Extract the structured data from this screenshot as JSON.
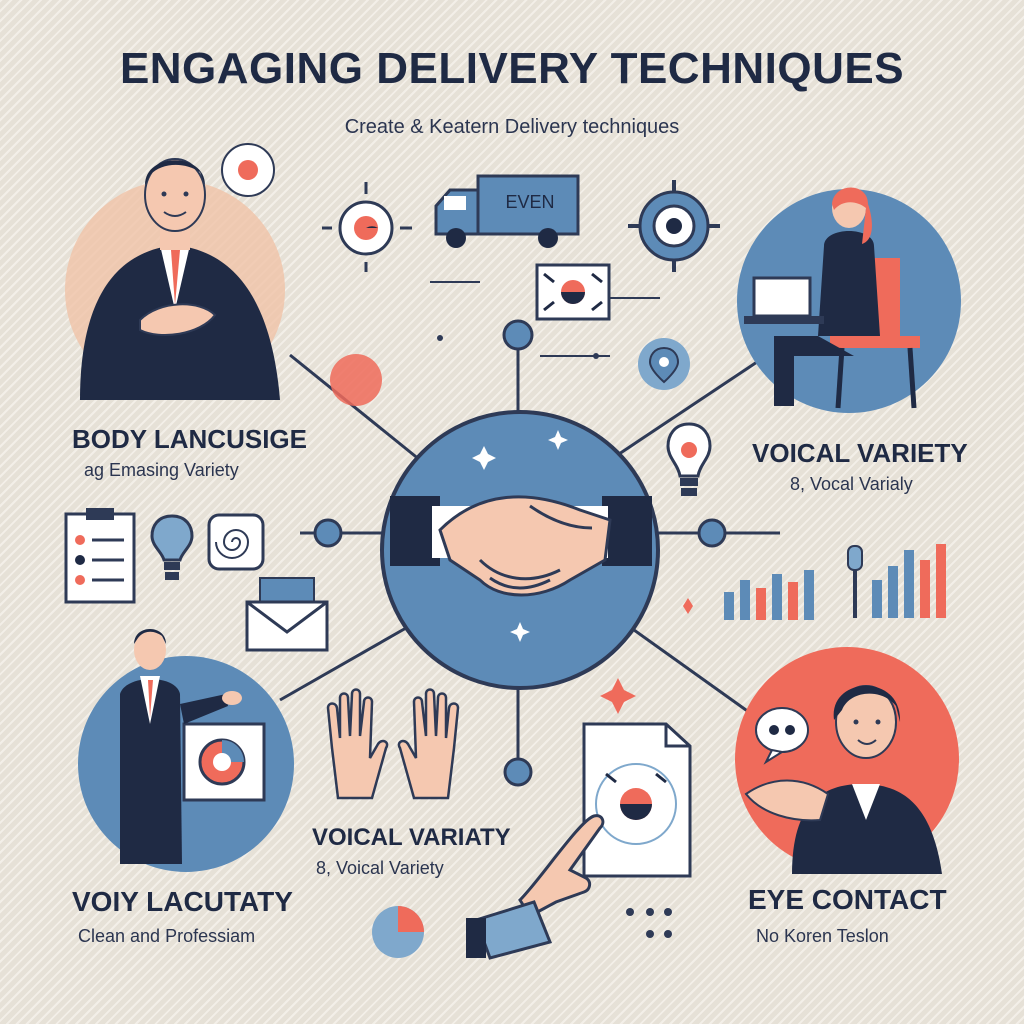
{
  "header": {
    "title": "Engaging Delivery Techniques",
    "subtitle": "Create & Keatern Delivery techniques"
  },
  "truck_sign": "EVEN",
  "sections": {
    "top_left": {
      "title": "Body Lancusige",
      "subtitle": "ag Emasing Variety"
    },
    "top_right": {
      "title": "Voical Variety",
      "subtitle": "8, Vocal Varialy"
    },
    "center_bottom": {
      "title": "Voical Variaty",
      "subtitle": "8, Voical Variety"
    },
    "bottom_left": {
      "title": "Voiy Lacutaty",
      "subtitle": "Clean and Professiam"
    },
    "bottom_right": {
      "title": "Eye Contact",
      "subtitle": "No Koren Teslon"
    }
  },
  "colors": {
    "navy": "#1f2a44",
    "blue": "#5d8bb7",
    "light_blue": "#7fa8cc",
    "coral": "#ef6b5b",
    "skin": "#f5c8b0",
    "cream": "#ece6dc"
  }
}
